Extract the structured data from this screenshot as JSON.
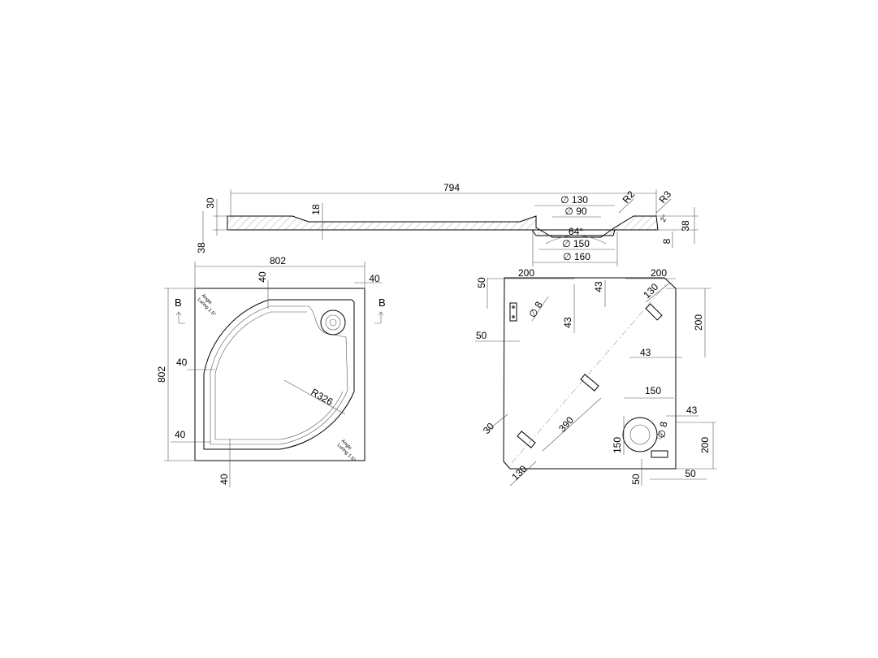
{
  "section": {
    "total_length": "794",
    "rim_height": "30",
    "step_height": "18",
    "base_offset": "38",
    "right_height": "38",
    "right_small": "8",
    "dia_130": "130",
    "dia_90": "90",
    "angle": "64°",
    "dia_150": "150",
    "dia_160": "160",
    "r2": "R2",
    "r3": "R3",
    "slope": "2°"
  },
  "plan": {
    "width": "802",
    "height": "802",
    "rim_top": "40",
    "rim_right": "40",
    "rim_left_mid": "40",
    "rim_left_bottom": "40",
    "rim_bottom": "40",
    "radius": "R326",
    "section_mark_left": "B",
    "section_mark_right": "B",
    "slope_note_line1": "Angle",
    "slope_note_line2": "Luring 1.5°"
  },
  "bottom": {
    "top_left_200": "200",
    "top_right_200": "200",
    "left_50_top": "50",
    "left_50_mid": "50",
    "dia_8_top": "8",
    "v43_left": "43",
    "v43_top": "43",
    "d130_top": "130",
    "right_200_top": "200",
    "right_43": "43",
    "diag_390": "390",
    "d30": "30",
    "d130_bottom": "130",
    "h150": "150",
    "v150": "150",
    "dia_8_drain": "8",
    "right_43_drain": "43",
    "right_200_bottom": "200",
    "bottom_50_left": "50",
    "bottom_50_right": "50"
  }
}
